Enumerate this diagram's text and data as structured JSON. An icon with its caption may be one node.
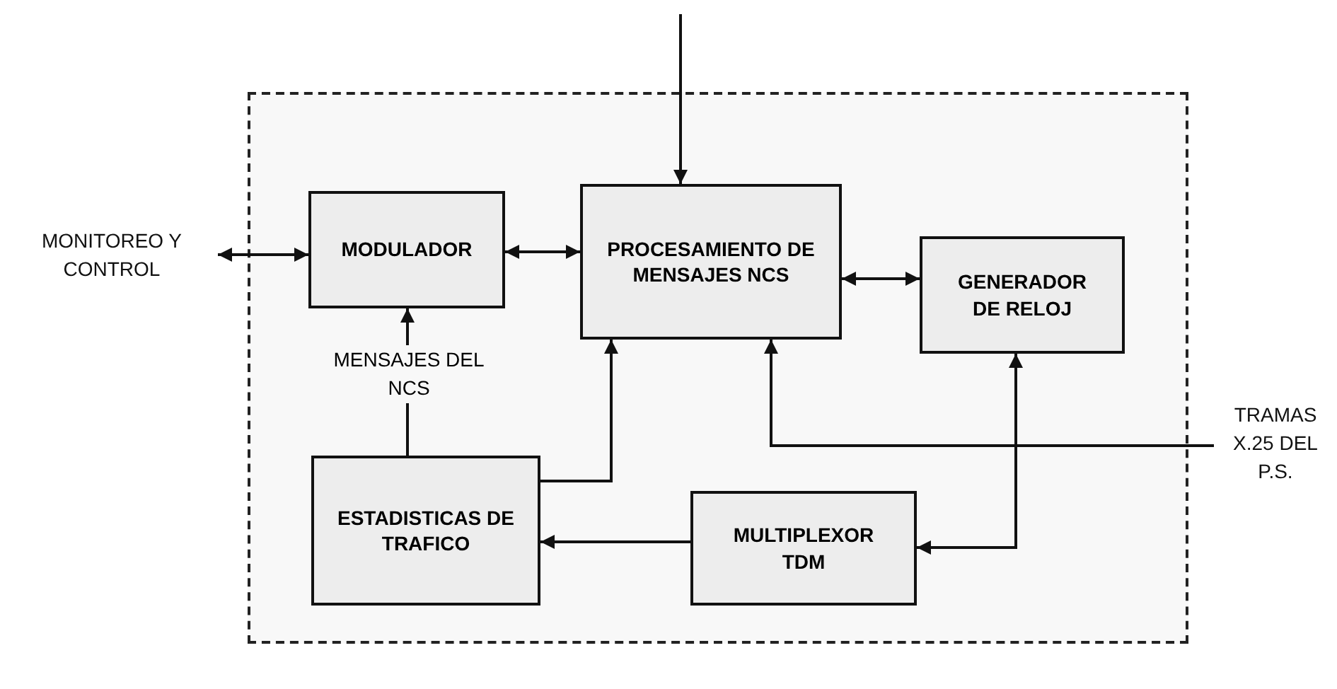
{
  "diagram": {
    "nodes": [
      {
        "text": [],
        "shape": "box"
      },
      {
        "text": [
          "MONITOREO Y CONTROL"
        ]
      },
      {
        "text": [
          "MODULADOR"
        ],
        "in": 0
      },
      {
        "text": [
          "PROCESAMIENTO DE MENSAJES NCS"
        ],
        "in": 0
      },
      {
        "text": [
          "GENERADOR DE RELOJ"
        ],
        "in": 0
      },
      {
        "text": [
          "ESTADISTICAS DE TRAFICO"
        ],
        "in": 0
      },
      {
        "text": [
          "MULTIPLEXOR TDM"
        ],
        "in": 0
      },
      {
        "text": [
          "TRAMAS X.25 DEL P.S."
        ]
      }
    ],
    "edges": [
      {
        "from": 1,
        "to": 2,
        "arrow": "both"
      },
      {
        "from": 2,
        "to": 3,
        "arrow": "both"
      },
      {
        "from": 3,
        "to": 4,
        "arrow": "both"
      },
      {
        "from": null,
        "to": 3,
        "arrow": "to"
      },
      {
        "from": 5,
        "to": 2,
        "arrow": "to",
        "label": "MENSAJES DEL NCS"
      },
      {
        "from": 5,
        "to": 3,
        "arrow": "to"
      },
      {
        "from": 7,
        "to": 3,
        "arrow": "to"
      },
      {
        "from": 4,
        "to": 6,
        "arrow": "both"
      },
      {
        "from": 6,
        "to": 5,
        "arrow": "to"
      }
    ]
  }
}
